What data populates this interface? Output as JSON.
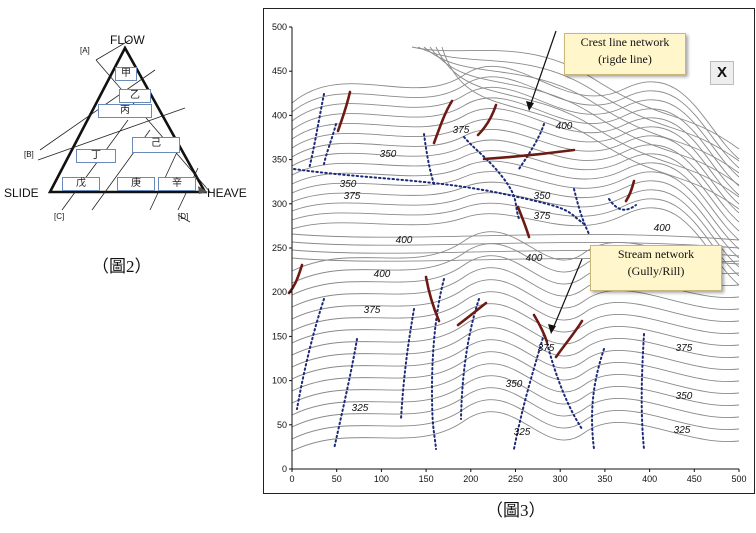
{
  "figure2": {
    "caption": "（圖2）",
    "vertex_top": "FLOW",
    "vertex_left": "SLIDE",
    "vertex_right": "HEAVE",
    "markers": {
      "A": "[A]",
      "B": "[B]",
      "C": "[C]",
      "D": "[D]"
    },
    "cells": [
      "甲",
      "乙",
      "丙",
      "丁",
      "己",
      "戊",
      "庚",
      "辛"
    ]
  },
  "figure3": {
    "caption": "（圖3）",
    "x_ticks": [
      "0",
      "50",
      "100",
      "150",
      "200",
      "250",
      "300",
      "350",
      "400",
      "450",
      "500"
    ],
    "y_ticks": [
      "0",
      "50",
      "100",
      "150",
      "200",
      "250",
      "300",
      "350",
      "400",
      "450",
      "500"
    ],
    "contour_labels": [
      "400",
      "375",
      "350",
      "350",
      "375",
      "350",
      "375",
      "400",
      "400",
      "400",
      "400",
      "375",
      "375",
      "375",
      "350",
      "350",
      "325",
      "325",
      "325"
    ],
    "callout_crest": {
      "line1": "Crest line network",
      "line2": "(rigde line)"
    },
    "callout_stream": {
      "line1": "Stream network",
      "line2": "(Gully/Rill)"
    },
    "corner_mark": "X"
  },
  "colors": {
    "crest_line": "#6e1a14",
    "stream_line": "#1c2a78",
    "contour": "#8a8a8a",
    "cell_border": "#6a8ab8",
    "callout_bg": "#fff6cc"
  }
}
